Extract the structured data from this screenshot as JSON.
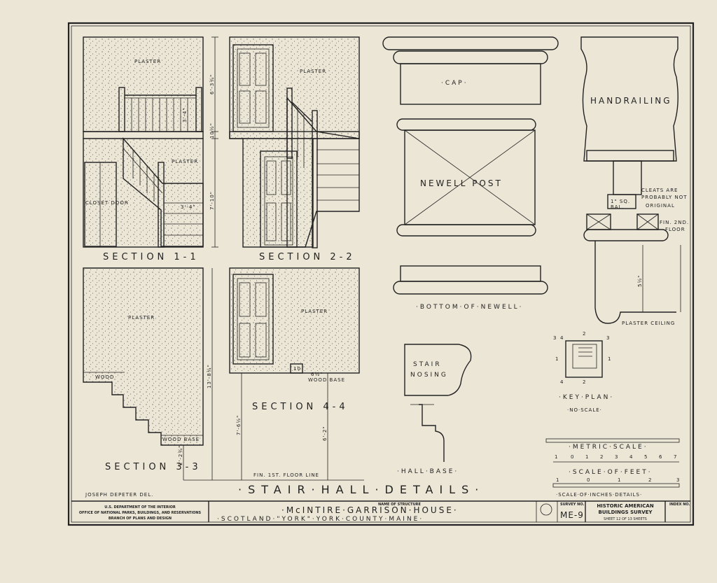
{
  "sections": {
    "s11": {
      "title": "SECTION 1-1",
      "plaster": "PLASTER",
      "plaster2": "PLASTER",
      "closet": "CLOSET DOOR",
      "dim_top": "6'-3¾\"",
      "dim_mid": "10½\"",
      "dim_low": "7'-10\"",
      "d1": "3'-4\"",
      "d2": "3'-4\""
    },
    "s22": {
      "title": "SECTION 2-2",
      "plaster": "PLASTER"
    },
    "s33": {
      "title": "SECTION 3-3",
      "plaster": "PLASTER",
      "wood": "WOOD",
      "wood_base": "WOOD BASE",
      "dim_total": "13'-8¾\"",
      "dim_low": "2'-2¾\""
    },
    "s44": {
      "title": "SECTION 4-4",
      "plaster": "PLASTER",
      "wood_base": "WOOD BASE",
      "dim_a": "7'-6½\"",
      "dim_b": "6'-2\"",
      "dim_c": "6½\"",
      "dim_d": "10",
      "floor_line": "FIN. 1ST. FLOOR LINE"
    }
  },
  "newell": {
    "cap": "·CAP·",
    "post": "NEWELL POST",
    "bottom": "·BOTTOM·OF·NEWELL·"
  },
  "handrail": {
    "label": "HANDRAILING",
    "cleats": "CLEATS ARE",
    "cleats2": "PROBABLY NOT",
    "cleats3": "ORIGINAL",
    "sq": "1\" SQ.",
    "bal": "BAL.",
    "fin_floor": "FIN. 2ND.",
    "fin_floor2": "FLOOR",
    "plaster_ceiling": "PLASTER CEILING",
    "dim": "5½\""
  },
  "stair_nosing": {
    "line1": "STAIR",
    "line2": "NOSING"
  },
  "hall_base": "·HALL·BASE·",
  "key_plan": {
    "title": "·KEY·PLAN·",
    "sub": "·NO·SCALE·",
    "nums": [
      "3",
      "4",
      "2",
      "3",
      "1",
      "1",
      "4",
      "2"
    ]
  },
  "scales": {
    "metric": {
      "label": "·METRIC·SCALE·",
      "ticks": [
        "1",
        "0",
        "1",
        "2",
        "3",
        "4",
        "5",
        "6",
        "7"
      ]
    },
    "feet": {
      "label": "·SCALE·OF·FEET·",
      "ticks": [
        "1",
        "0",
        "1",
        "2",
        "3"
      ]
    },
    "inches": {
      "label": "·SCALE·OF·INCHES·DETAILS·"
    }
  },
  "sheet_title": "·STAIR·HALL·DETAILS·",
  "delineator": "JOSEPH DEPETER DEL.",
  "title_block": {
    "dept1": "U.S. DEPARTMENT OF THE INTERIOR",
    "dept2": "OFFICE OF NATIONAL PARKS, BUILDINGS, AND RESERVATIONS",
    "dept3": "BRANCH OF PLANS AND DESIGN",
    "structure_label": "NAME OF STRUCTURE",
    "structure": "·McINTIRE·GARRISON·HOUSE·",
    "location": "·SCOTLAND·\"YORK\"·YORK·COUNTY·MAINE·",
    "survey_label": "SURVEY NO.",
    "survey": "ME-9",
    "habs1": "HISTORIC AMERICAN",
    "habs2": "BUILDINGS SURVEY",
    "sheet": "SHEET 12 OF 13 SHEETS",
    "index_label": "INDEX NO."
  }
}
